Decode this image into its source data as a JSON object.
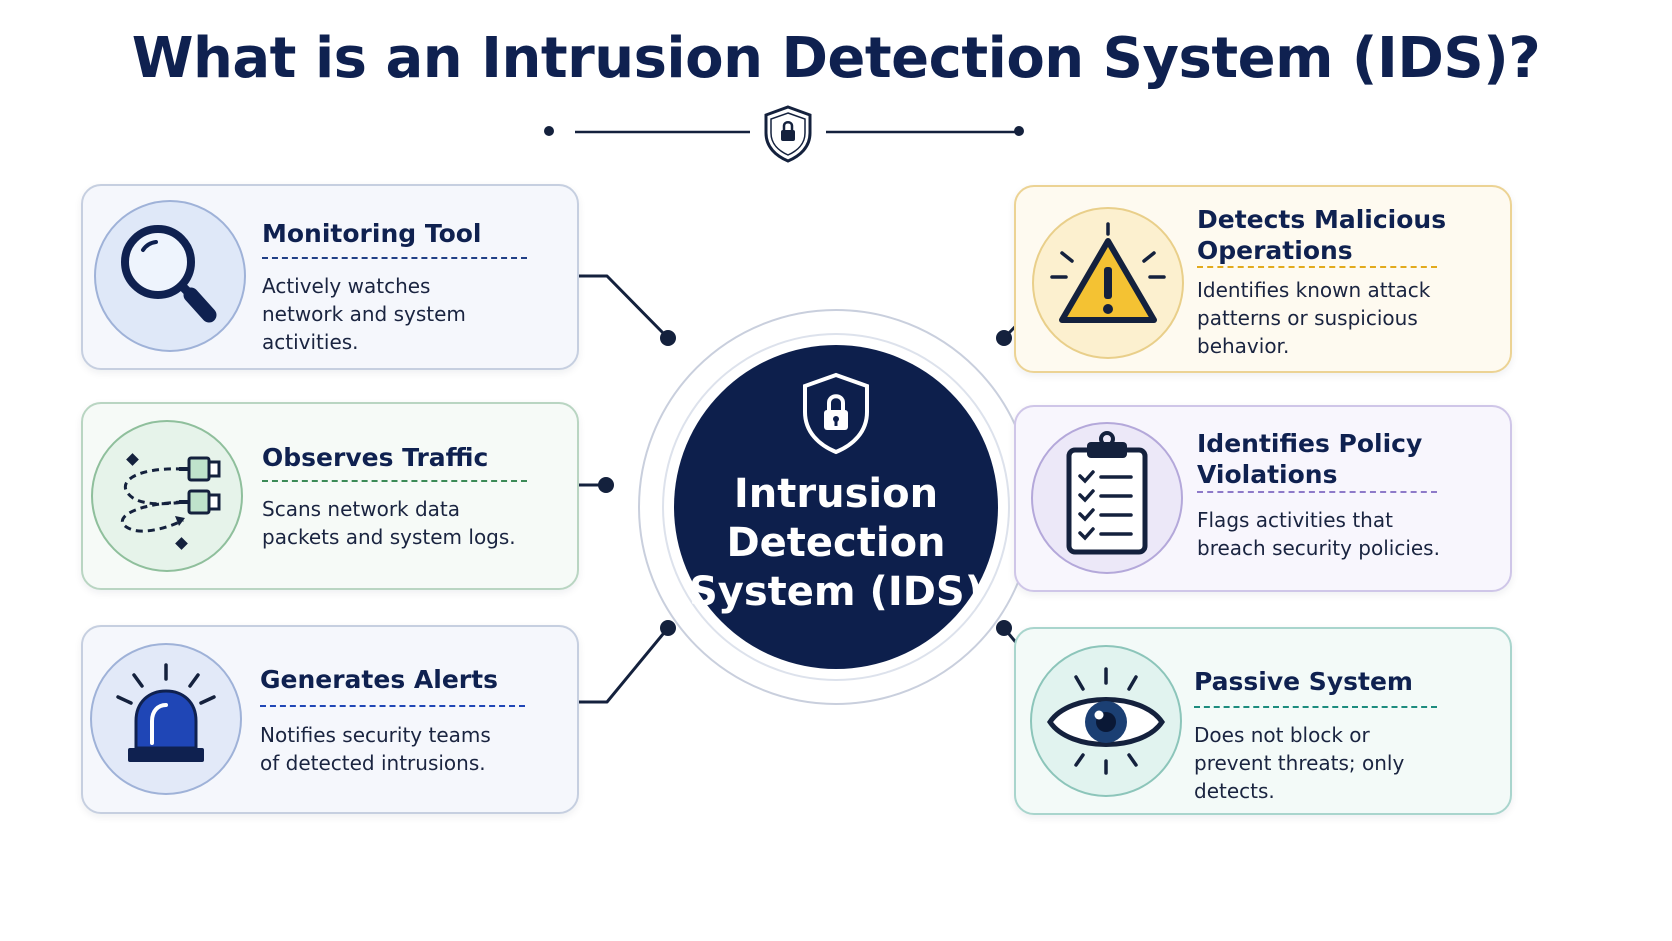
{
  "header": {
    "title": "What is an Intrusion Detection System (IDS)?",
    "divider_icon": "shield-lock-icon"
  },
  "hub": {
    "title": "Intrusion\nDetection\nSystem (IDS)",
    "icon": "shield-lock-icon",
    "color": "#0d1f4c"
  },
  "cards": {
    "monitoring": {
      "title": "Monitoring Tool",
      "description": "Actively watches network and system activities.",
      "icon": "magnifying-glass-icon",
      "accent": "#0f2150"
    },
    "traffic": {
      "title": "Observes Traffic",
      "description": "Scans network data packets and system logs.",
      "icon": "network-cables-icon",
      "accent": "#3b8a57"
    },
    "alerts": {
      "title": "Generates Alerts",
      "description": "Notifies security teams of detected intrusions.",
      "icon": "alarm-siren-icon",
      "accent": "#1f46b6"
    },
    "malicious": {
      "title": "Detects Malicious\nOperations",
      "description": "Identifies known attack patterns or suspicious behavior.",
      "icon": "warning-triangle-icon",
      "accent": "#e2aa1d"
    },
    "policy": {
      "title": "Identifies Policy\nViolations",
      "description": "Flags activities that breach security policies.",
      "icon": "clipboard-checklist-icon",
      "accent": "#8e7ac9"
    },
    "passive": {
      "title": "Passive System",
      "description": "Does not block or prevent threats; only detects.",
      "icon": "eye-icon",
      "accent": "#1d8c7e"
    }
  }
}
